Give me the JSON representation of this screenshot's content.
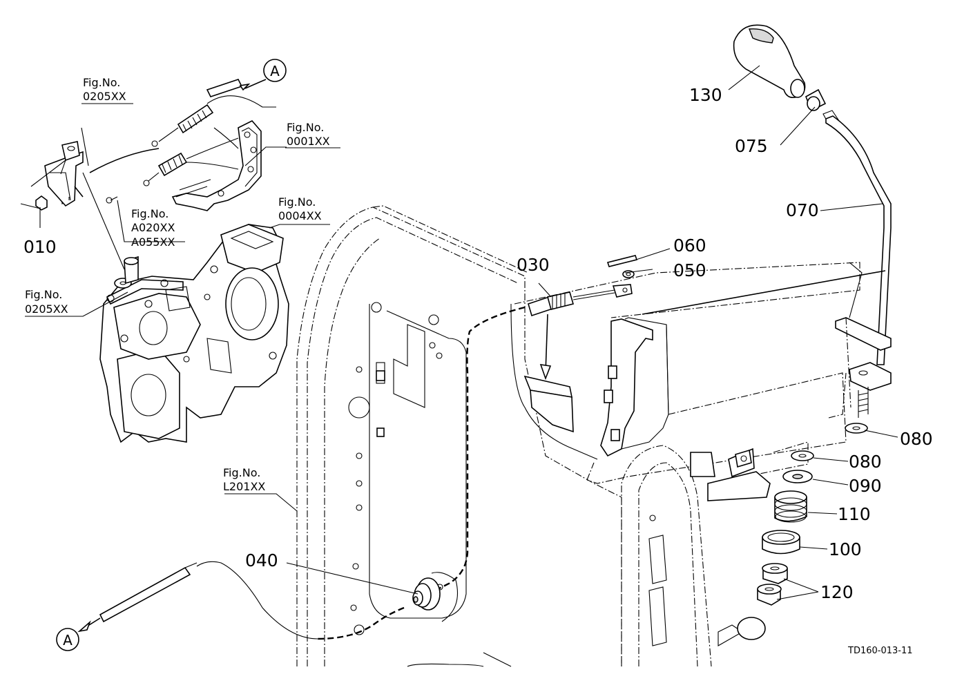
{
  "diagram": {
    "reference_code": "TD160-013-11",
    "connector_label": "A",
    "part_numbers": {
      "p010": "010",
      "p030": "030",
      "p040": "040",
      "p050": "050",
      "p060": "060",
      "p070": "070",
      "p075": "075",
      "p080a": "080",
      "p080b": "080",
      "p090": "090",
      "p100": "100",
      "p110": "110",
      "p120": "120",
      "p130": "130"
    },
    "figure_refs": [
      {
        "caption": "Fig.No.",
        "code": "0205XX"
      },
      {
        "caption": "Fig.No.",
        "code": "0001XX"
      },
      {
        "caption": "Fig.No.",
        "codes": [
          "A020XX",
          "A055XX"
        ]
      },
      {
        "caption": "Fig.No.",
        "code": "0004XX"
      },
      {
        "caption": "Fig.No.",
        "code": "0205XX"
      },
      {
        "caption": "Fig.No.",
        "code": "L201XX"
      }
    ]
  }
}
